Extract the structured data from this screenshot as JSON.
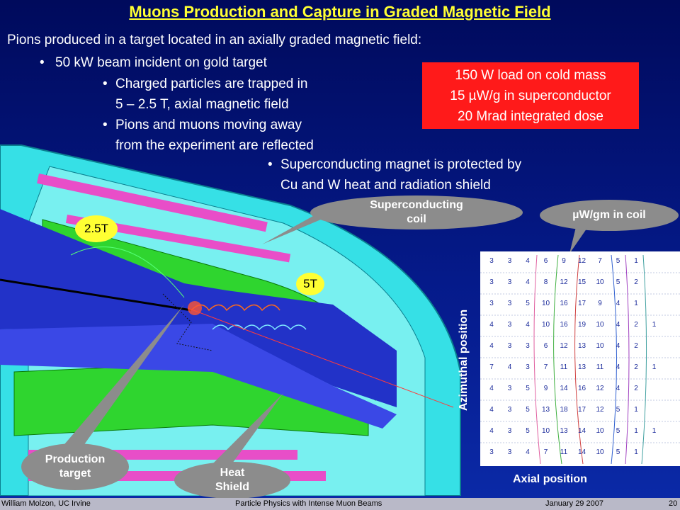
{
  "title": "Muons Production and Capture in Graded Magnetic Field",
  "intro": "Pions produced in a target located in an axially graded magnetic field:",
  "bullets": {
    "b1": "50 kW beam incident on gold target",
    "b2_line1": "Charged particles are trapped in",
    "b2_line2": "5 – 2.5 T, axial magnetic field",
    "b3_line1": "Pions and muons moving away",
    "b3_line2": "from the experiment are reflected",
    "b4_line1": "Superconducting magnet is protected by",
    "b4_line2": "Cu and W heat and radiation shield"
  },
  "redbox": {
    "line1": "150 W load on cold mass",
    "line2": "15 µW/g in superconductor",
    "line3": "20 Mrad integrated dose"
  },
  "callouts": {
    "coil_line1": "Superconducting",
    "coil_line2": "coil",
    "uw": "µW/gm in coil",
    "target_line1": "Production",
    "target_line2": "target",
    "shield_line1": "Heat",
    "shield_line2": "Shield"
  },
  "field_labels": {
    "low": "2.5T",
    "high": "5T"
  },
  "map": {
    "ylabel": "Azimuthal position",
    "xlabel": "Axial position",
    "rows": [
      [
        "3",
        "3",
        "4",
        "6",
        "9",
        "12",
        "7",
        "5",
        "1",
        ""
      ],
      [
        "3",
        "3",
        "4",
        "8",
        "12",
        "15",
        "10",
        "5",
        "2",
        ""
      ],
      [
        "3",
        "3",
        "5",
        "10",
        "16",
        "17",
        "9",
        "4",
        "1",
        ""
      ],
      [
        "4",
        "3",
        "4",
        "10",
        "16",
        "19",
        "10",
        "4",
        "2",
        "1"
      ],
      [
        "4",
        "3",
        "3",
        "6",
        "12",
        "13",
        "10",
        "4",
        "2",
        ""
      ],
      [
        "7",
        "4",
        "3",
        "7",
        "11",
        "13",
        "11",
        "4",
        "2",
        "1"
      ],
      [
        "4",
        "3",
        "5",
        "9",
        "14",
        "16",
        "12",
        "4",
        "2",
        ""
      ],
      [
        "4",
        "3",
        "5",
        "13",
        "18",
        "17",
        "12",
        "5",
        "1",
        ""
      ],
      [
        "4",
        "3",
        "5",
        "10",
        "13",
        "14",
        "10",
        "5",
        "1",
        "1"
      ],
      [
        "3",
        "3",
        "4",
        "7",
        "11",
        "14",
        "10",
        "5",
        "1",
        ""
      ]
    ]
  },
  "footer": {
    "author": "William Molzon, UC Irvine",
    "talk": "Particle Physics with Intense Muon Beams",
    "date": "January  29  2007",
    "page": "20"
  },
  "colors": {
    "title": "#ffff33",
    "redbox": "#ff1a1a",
    "callout": "#8c8c8c",
    "field_label": "#ffff33"
  }
}
